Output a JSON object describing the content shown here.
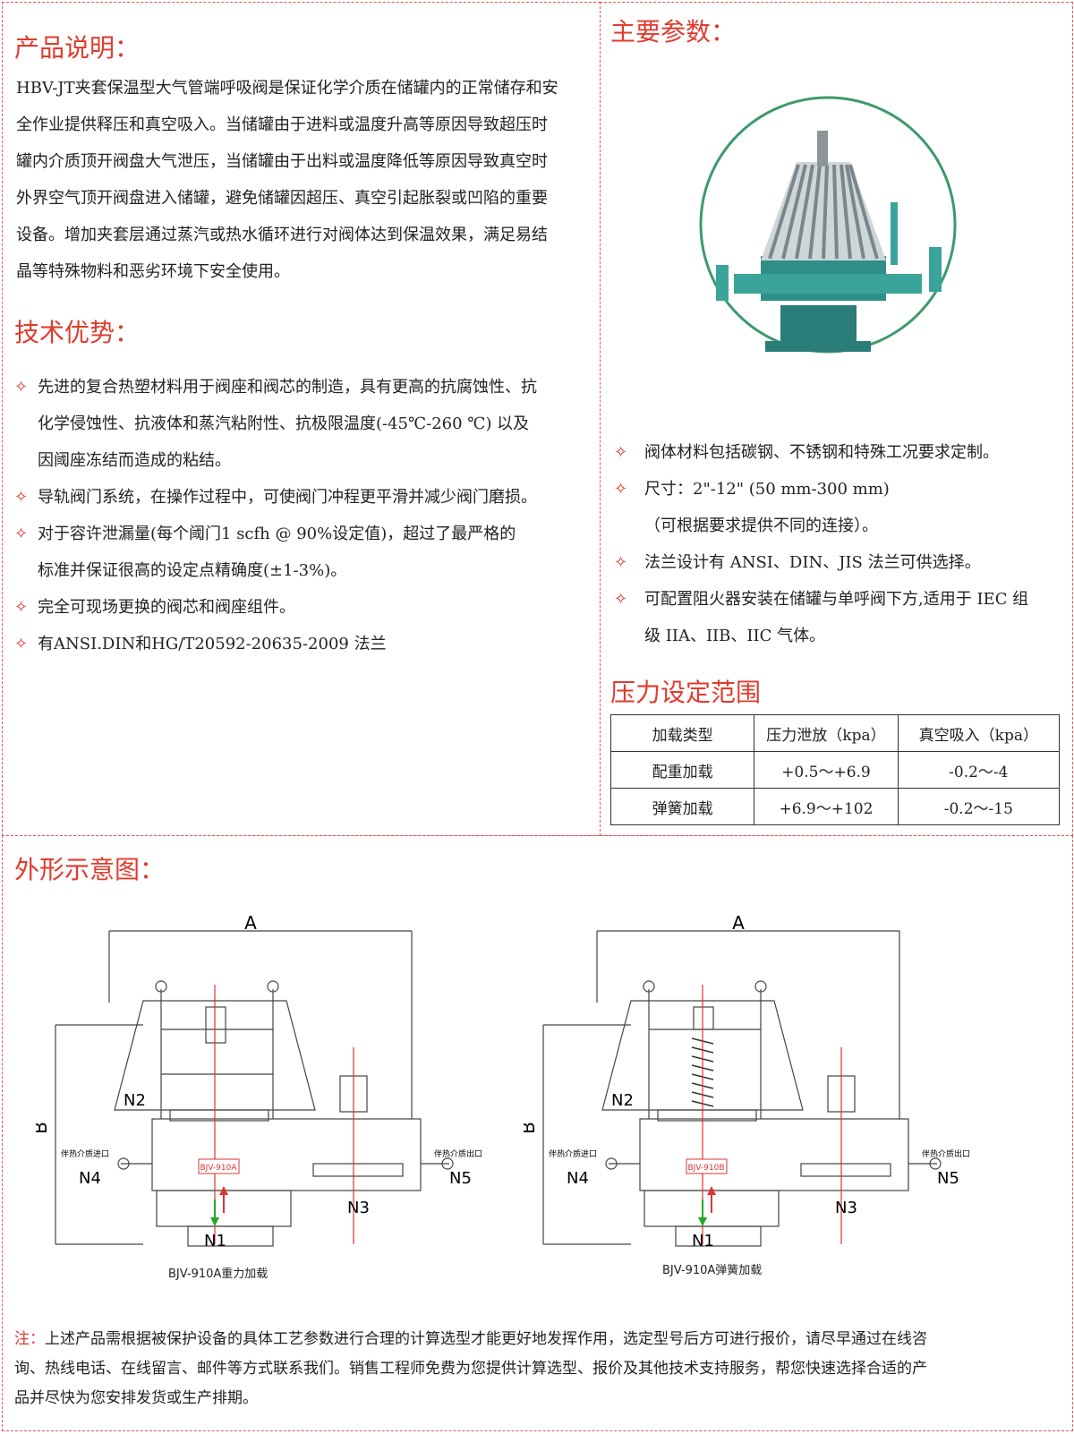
{
  "intro": {
    "heading": "产品说明：",
    "lines": [
      "HBV-JT夹套保温型大气管端呼吸阀是保证化学介质在储罐内的正常储存和安",
      "全作业提供释压和真空吸入。当储罐由于进料或温度升高等原因导致超压时",
      "罐内介质顶开阀盘大气泄压，当储罐由于出料或温度降低等原因导致真空时",
      "外界空气顶开阀盘进入储罐，避免储罐因超压、真空引起胀裂或凹陷的重要",
      "设备。增加夹套层通过蒸汽或热水循环进行对阀体达到保温效果，满足易结",
      "晶等特殊物料和恶劣环境下安全使用。"
    ]
  },
  "advantages": {
    "heading": "技术优势：",
    "bullet": "✧",
    "items": [
      [
        "先进的复合热塑材料用于阀座和阀芯的制造，具有更高的抗腐蚀性、抗",
        "化学侵蚀性、抗液体和蒸汽粘附性、抗极限温度(-45℃-260 ℃) 以及",
        "因阈座冻结而造成的粘结。"
      ],
      [
        "导轨阀门系统，在操作过程中，可使阀门冲程更平滑并减少阀门磨损。"
      ],
      [
        "对于容许泄漏量(每个阈门1 scfh @ 90%设定值)，超过了最严格的",
        "标准并保证很高的设定点精确度(±1-3%)。"
      ],
      [
        "完全可现场更换的阀芯和阀座组件。"
      ],
      [
        "有ANSI.DIN和HG/T20592-20635-2009 法兰"
      ]
    ]
  },
  "params": {
    "heading": "主要参数：",
    "items": [
      [
        "阀体材料包括碳钢、不锈钢和特殊工况要求定制。"
      ],
      [
        "尺寸：2\"-12\" (50 mm-300 mm)",
        "（可根据要求提供不同的连接）。"
      ],
      [
        "法兰设计有 ANSI、DIN、JIS 法兰可供选择。"
      ],
      [
        "可配置阻火器安装在储罐与单呼阀下方,适用于 IEC 组",
        "级 IIA、IIB、IIC 气体。"
      ]
    ]
  },
  "pressure": {
    "heading": "压力设定范围",
    "headers": [
      "加载类型",
      "压力泄放（kpa）",
      "真空吸入（kpa）"
    ],
    "rows": [
      [
        "配重加载",
        "+0.5～+6.9",
        "-0.2～-4"
      ],
      [
        "弹簧加载",
        "+6.9～+102",
        "-0.2～-15"
      ]
    ]
  },
  "diagram": {
    "heading": "外形示意图：",
    "left": {
      "caption": "BJV-910A重力加载",
      "plate": "BJV-910A",
      "dim_a": "A",
      "dim_b": "B",
      "n1": "N1",
      "n2": "N2",
      "n3": "N3",
      "n4": "N4",
      "n5": "N5",
      "inlet": "伴热介质进口",
      "outlet": "伴热介质出口"
    },
    "right": {
      "caption": "BJV-910A弹簧加载",
      "plate": "BJV-910B",
      "dim_a": "A",
      "dim_b": "B",
      "n1": "N1",
      "n2": "N2",
      "n3": "N3",
      "n4": "N4",
      "n5": "N5",
      "inlet": "伴热介质进口",
      "outlet": "伴热介质出口"
    }
  },
  "note": {
    "label": "注：",
    "lines": [
      "上述产品需根据被保护设备的具体工艺参数进行合理的计算选型才能更好地发挥作用，选定型号后方可进行报价，请尽早通过在线咨",
      "询、热线电话、在线留言、邮件等方式联系我们。销售工程师免费为您提供计算选型、报价及其他技术支持服务，帮您快速选择合适的产",
      "品并尽快为您安排发货或生产排期。"
    ]
  },
  "colors": {
    "accent": "#e23a2e",
    "valve": "#2a9088",
    "photo_ring": "#3c9a6a"
  },
  "photo_icon": "breather-valve-photo"
}
